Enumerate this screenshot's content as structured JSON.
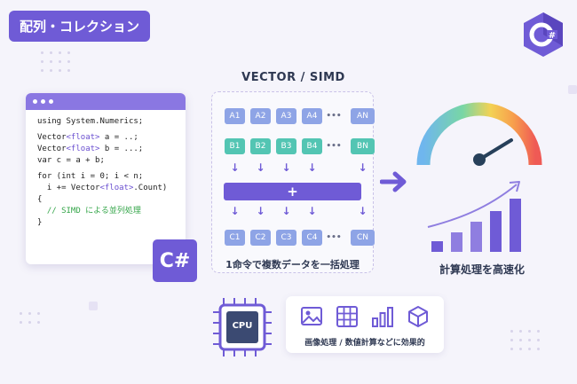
{
  "header": {
    "title": "配列・コレクション"
  },
  "logo": {
    "label": "C#",
    "color": "#6f5bd6"
  },
  "code": {
    "lines": [
      "using System.Numerics;",
      "",
      "Vector<float> a = ..;",
      "Vector<float> b = ...;",
      "var c = a + b;",
      "for (int i = 0; i < n;",
      "  i += Vector<float>.Count)",
      "{",
      "  // SIMD による並列処理",
      "}"
    ]
  },
  "cs_tile": {
    "label": "C#"
  },
  "simd": {
    "title": "VECTOR / SIMD",
    "row_a": [
      "A1",
      "A2",
      "A3",
      "A4",
      "•••",
      "AN"
    ],
    "row_b": [
      "B1",
      "B2",
      "B3",
      "B4",
      "•••",
      "BN"
    ],
    "row_c": [
      "C1",
      "C2",
      "C3",
      "C4",
      "•••",
      "CN"
    ],
    "operator": "+",
    "caption": "1命令で複数データを一括処理"
  },
  "performance": {
    "caption": "計算処理を高速化"
  },
  "cpu": {
    "label": "CPU"
  },
  "apps": {
    "caption": "画像処理 / 数値計算などに効果的"
  },
  "colors": {
    "accent": "#6f5bd6",
    "teal": "#53c5b3",
    "blue": "#8ea4e6"
  }
}
